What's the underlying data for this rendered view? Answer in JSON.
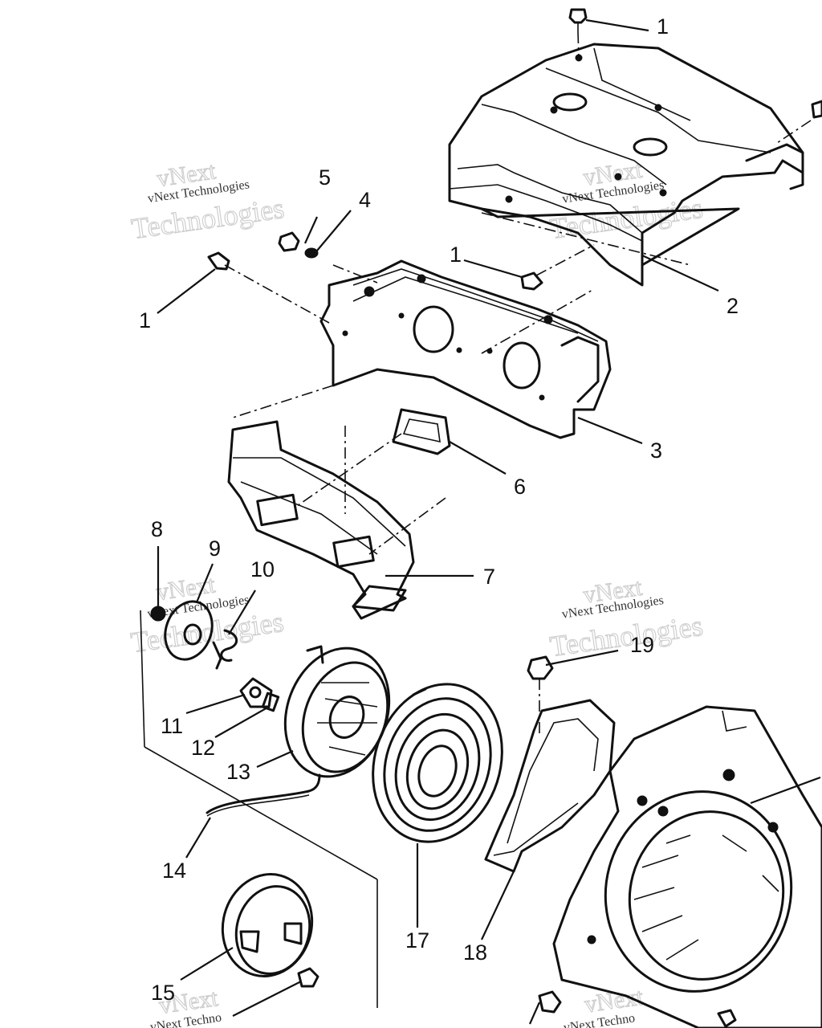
{
  "diagram": {
    "callouts": [
      "1",
      "2",
      "3",
      "4",
      "5",
      "6",
      "7",
      "8",
      "9",
      "10",
      "11",
      "12",
      "13",
      "14",
      "15",
      "17",
      "18",
      "19"
    ],
    "watermark": {
      "line1": "vNext",
      "line2": "Technologies",
      "small": "vNext Technologies",
      "small_clipped": "vNext Techno"
    }
  }
}
